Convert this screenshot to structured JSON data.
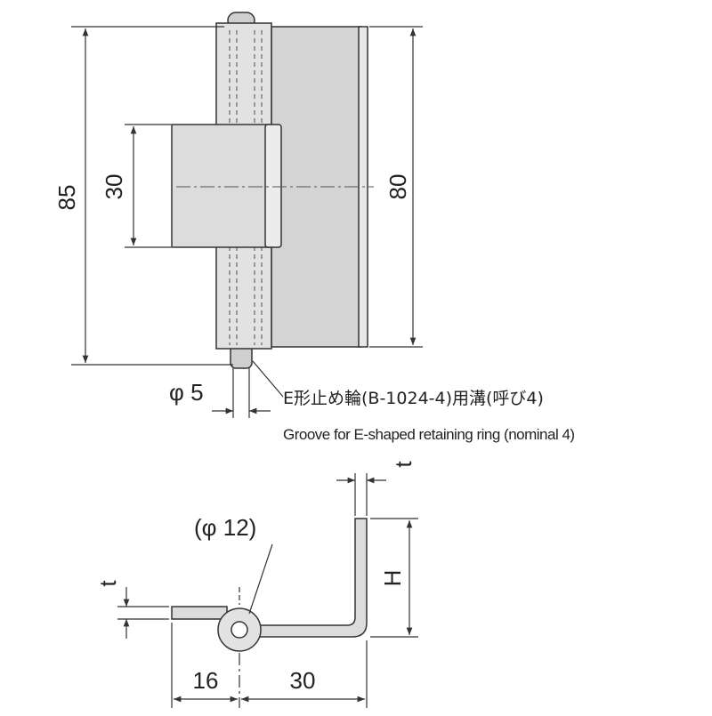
{
  "dimensions": {
    "overall_height": "85",
    "leaf_height": "80",
    "knuckle_length": "30",
    "pin_diameter": "φ 5",
    "knuckle_diameter": "(φ 12)",
    "thickness_side": "t",
    "thickness_top": "t",
    "bend_height": "H",
    "offset_left": "16",
    "offset_right": "30"
  },
  "notes": {
    "groove_jp": "E形止め輪(B-1024-4)用溝(呼び4)",
    "groove_en": "Groove for E-shaped retaining ring (nominal 4)"
  },
  "colors": {
    "line": "#333333",
    "leaf_fill": "#d4d4d4",
    "knuckle_fill": "#e2e2e2",
    "pin_fill": "#c8c8c8"
  }
}
